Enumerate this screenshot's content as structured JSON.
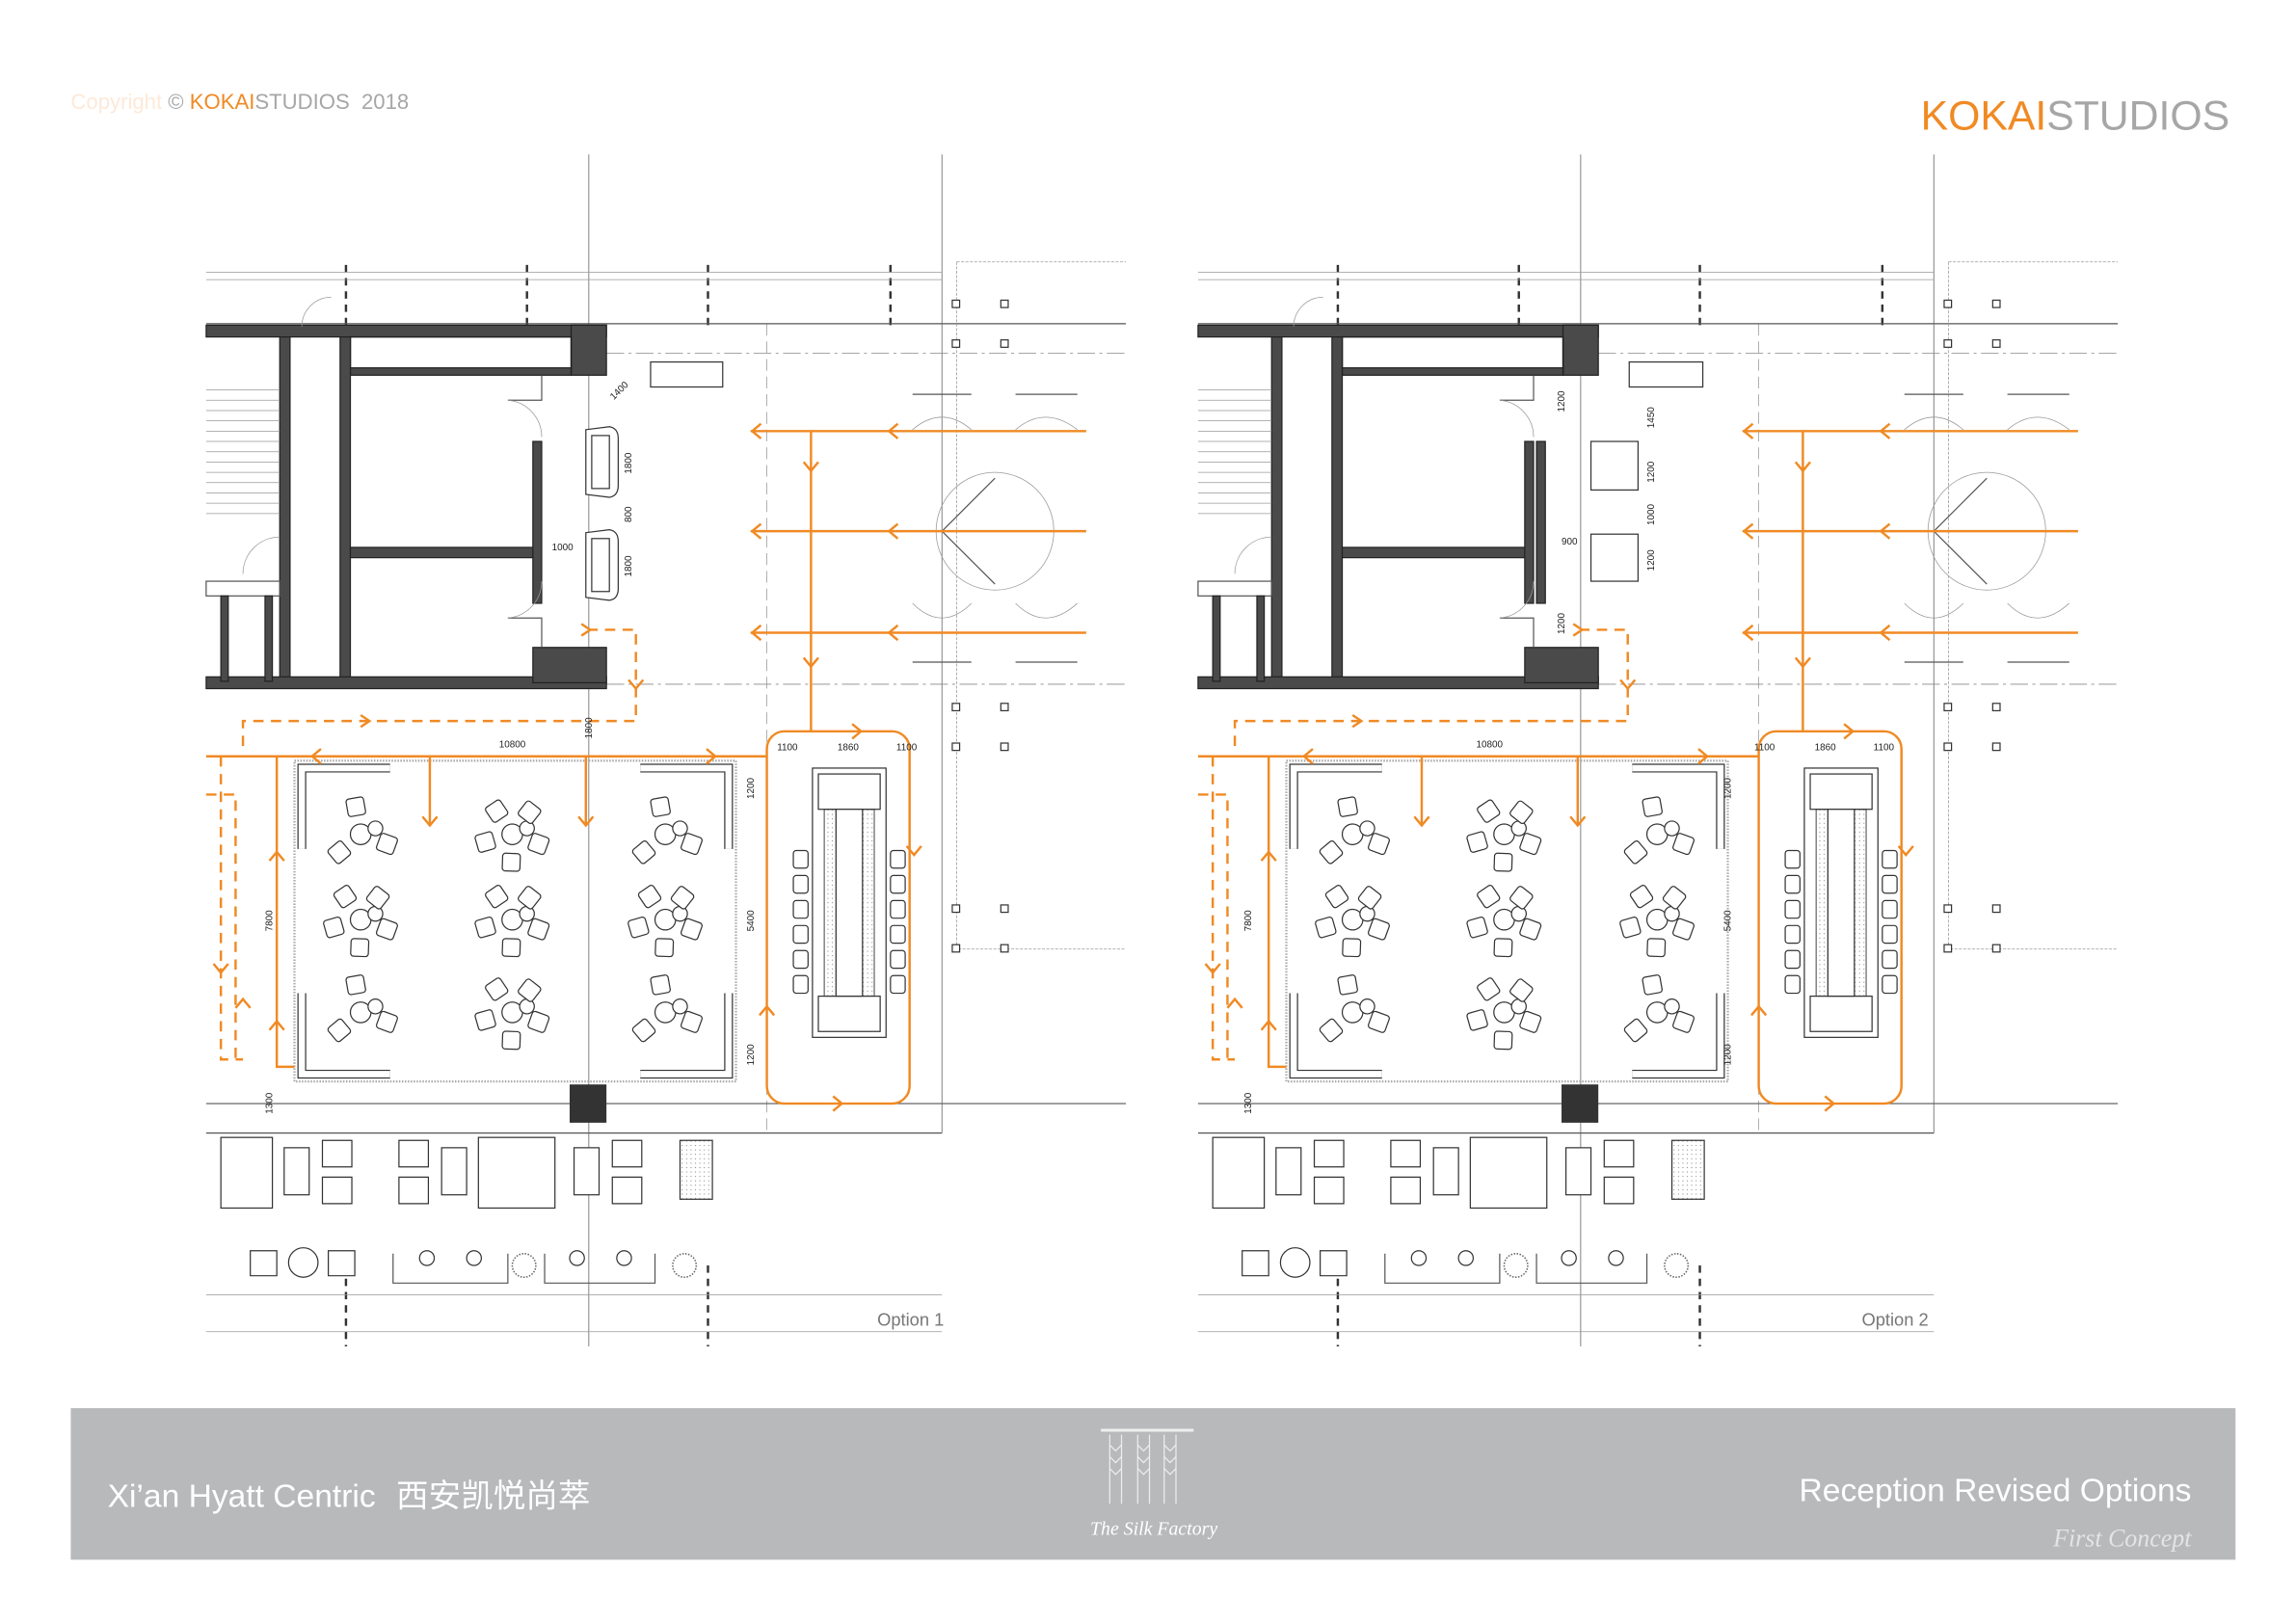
{
  "header": {
    "copyright_word": "Copyright",
    "copyright_symbol": "©",
    "brand_orange": "KOKAI",
    "brand_grey": "STUDIOS",
    "year": "2018",
    "logo_orange": "KOKAI",
    "logo_grey": "STUDIOS"
  },
  "plans": [
    {
      "label": "Option 1",
      "dims": [
        "1400",
        "1800",
        "800",
        "1800",
        "1000",
        "1800",
        "10800",
        "1100",
        "1860",
        "1100",
        "1200",
        "5400",
        "1200",
        "7800",
        "1300"
      ]
    },
    {
      "label": "Option 2",
      "dims": [
        "1200",
        "1450",
        "1200",
        "1000",
        "1200",
        "900",
        "1200",
        "10800",
        "1100",
        "1860",
        "1100",
        "1200",
        "5400",
        "1200",
        "7800",
        "1300"
      ]
    }
  ],
  "footer": {
    "project_title": "Xi’an Hyatt Centric",
    "project_title_cn": "西安凯悦尚萃",
    "center_logo_text": "The Silk Factory",
    "section_title": "Reception Revised Options",
    "overlay_text": "First Concept"
  },
  "colors": {
    "accent": "#f08a24",
    "grey_text": "#a6a6a6",
    "footer_band": "#b8b9bb"
  }
}
